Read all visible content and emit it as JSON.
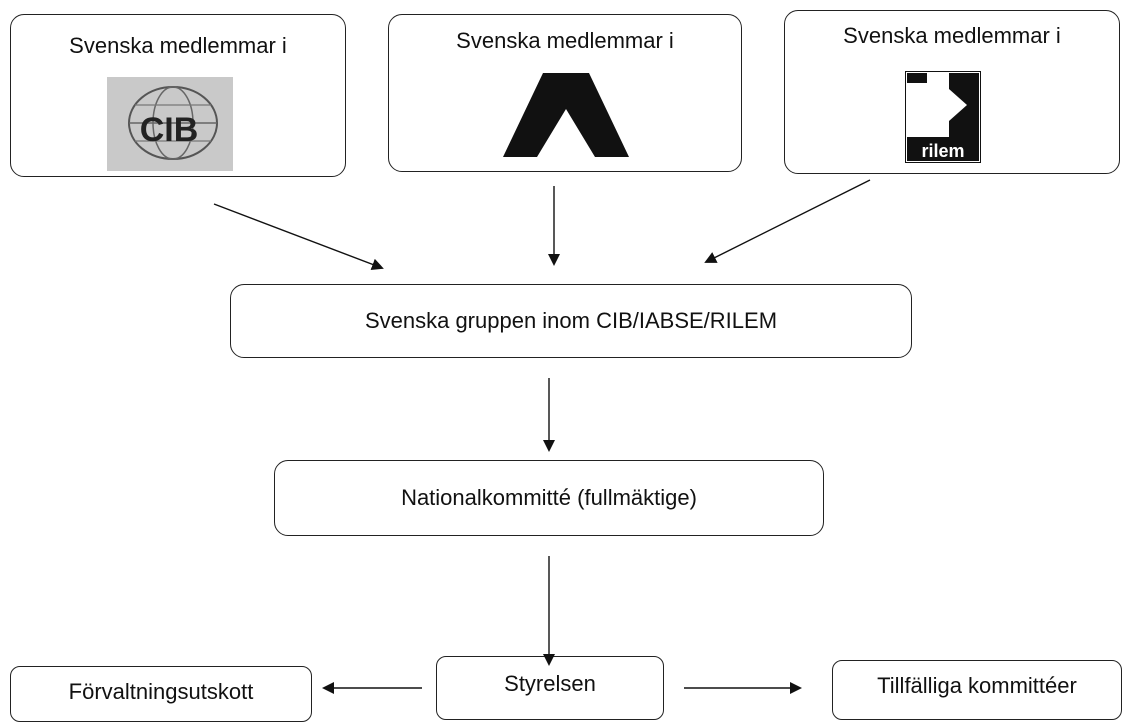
{
  "member_boxes": [
    {
      "label": "Svenska medlemmar i",
      "logo": "cib-logo"
    },
    {
      "label": "Svenska medlemmar i",
      "logo": "iabse-logo"
    },
    {
      "label": "Svenska medlemmar i",
      "logo": "rilem-logo"
    }
  ],
  "logo_text": {
    "cib": "CIB",
    "rilem": "rilem"
  },
  "svenska_gruppen": "Svenska gruppen inom CIB/IABSE/RILEM",
  "nationalkommitte": "Nationalkommitté (fullmäktige)",
  "styrelsen": "Styrelsen",
  "forvaltningsutskott": "Förvaltningsutskott",
  "tillfalliga": "Tillfälliga kommittéer"
}
